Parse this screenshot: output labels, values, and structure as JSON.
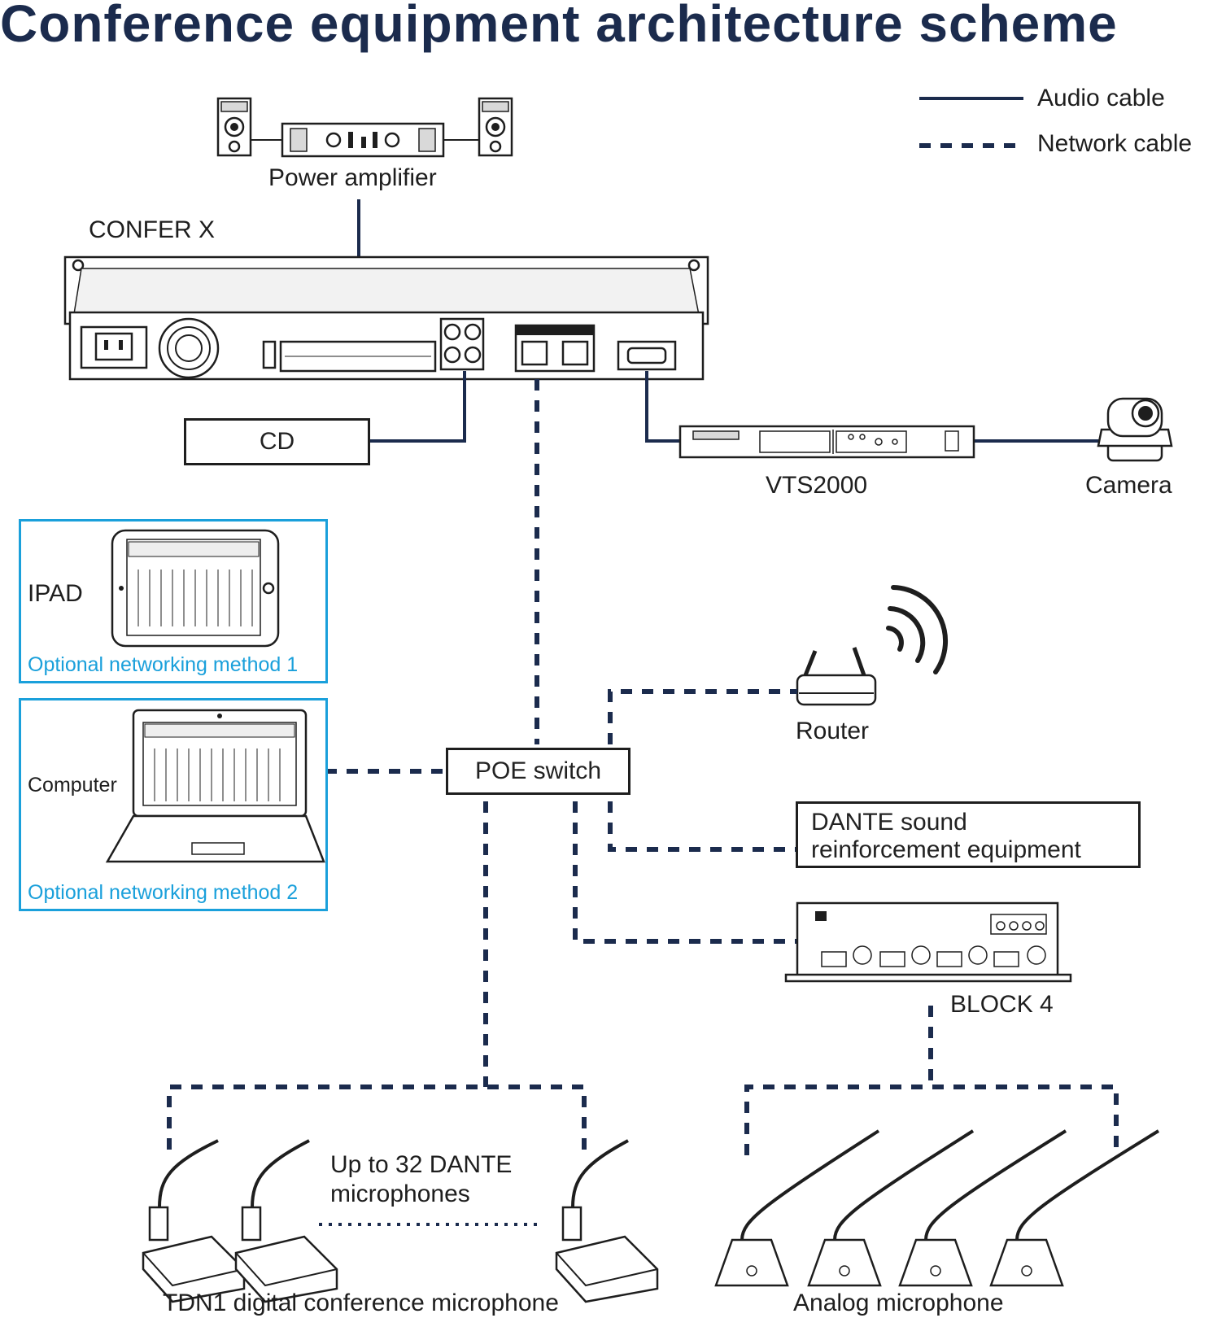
{
  "title": "Conference equipment architecture scheme",
  "legend": {
    "audio_cable": "Audio cable",
    "network_cable": "Network cable"
  },
  "devices": {
    "power_amplifier": "Power amplifier",
    "confer_x": "CONFER X",
    "cd": "CD",
    "vts2000": "VTS2000",
    "camera": "Camera",
    "ipad": "IPAD",
    "computer": "Computer",
    "option1": "Optional networking method 1",
    "option2": "Optional networking method 2",
    "router": "Router",
    "poe_switch": "POE switch",
    "dante_equipment_line1": "DANTE sound",
    "dante_equipment_line2": "reinforcement equipment",
    "block4": "BLOCK 4",
    "dante_mics_line1": "Up to 32 DANTE",
    "dante_mics_line2": "microphones",
    "tdn1": "TDN1 digital conference microphone",
    "analog_mic": "Analog microphone"
  },
  "colors": {
    "cable": "#1b2b4d",
    "optional_box": "#1aa0db",
    "title": "#1b2b4d"
  }
}
